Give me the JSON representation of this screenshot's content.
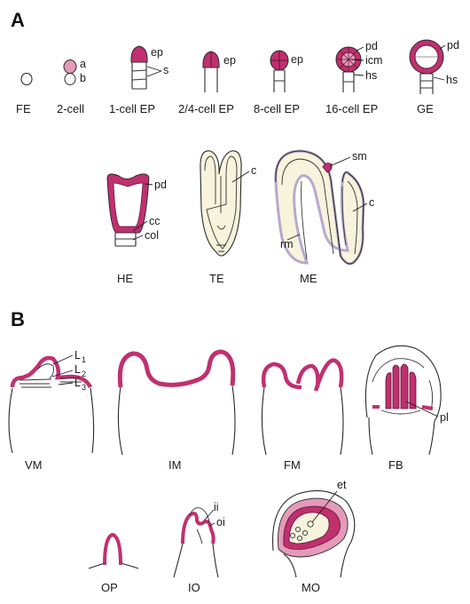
{
  "colors": {
    "stain": "#c0306f",
    "stain_dark": "#9c1f57",
    "stain_light": "#e49ab8",
    "stain_pale": "#f1c9d9",
    "lavender": "#b7a9cc",
    "cream": "#f7f3dc",
    "line": "#2a2a2a"
  },
  "panel_a": {
    "letter": "A",
    "stages": [
      "FE",
      "2-cell",
      "1-cell EP",
      "2/4-cell EP",
      "8-cell EP",
      "16-cell EP",
      "GE",
      "HE",
      "TE",
      "ME"
    ],
    "labels": {
      "a": "a",
      "b": "b",
      "ep1": "ep",
      "s": "s",
      "ep2": "ep",
      "ep3": "ep",
      "pd1": "pd",
      "icm": "icm",
      "hs1": "hs",
      "pd2": "pd",
      "hs2": "hs",
      "pd3": "pd",
      "cc": "cc",
      "col": "col",
      "c1": "c",
      "sm": "sm",
      "c2": "c",
      "rm": "rm"
    }
  },
  "panel_b": {
    "letter": "B",
    "stages": [
      "VM",
      "IM",
      "FM",
      "FB",
      "OP",
      "IO",
      "MO"
    ],
    "labels": {
      "L": "L",
      "sub1": "1",
      "sub2": "2",
      "sub3": "3",
      "pl": "pl",
      "ii": "ii",
      "oi": "oi",
      "et": "et"
    }
  }
}
